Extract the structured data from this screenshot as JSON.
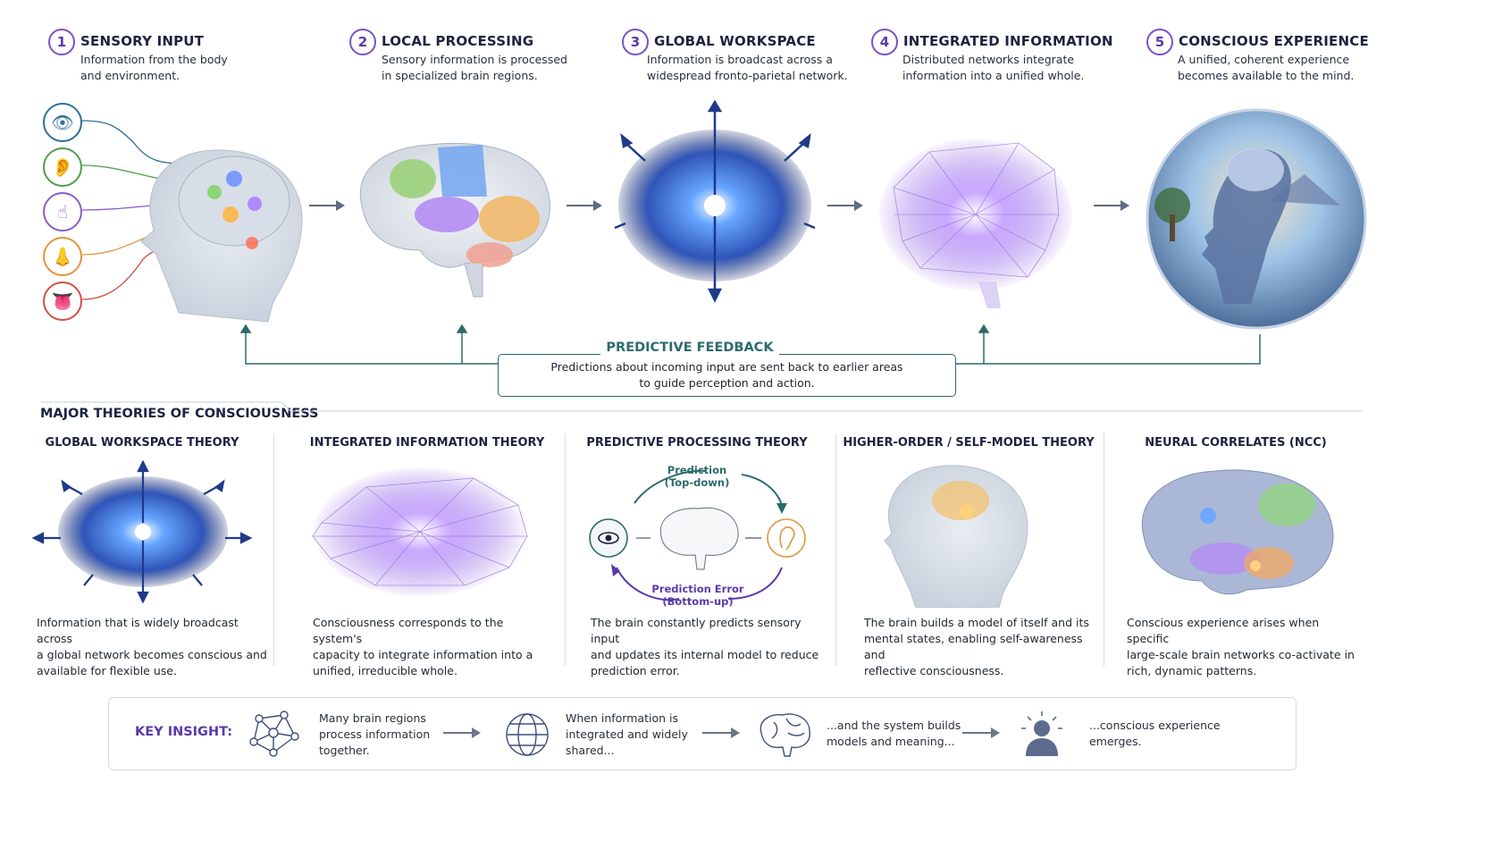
{
  "stages": [
    {
      "num": "1",
      "title": "SENSORY INPUT",
      "desc_1": "Information from the body",
      "desc_2": "and environment."
    },
    {
      "num": "2",
      "title": "LOCAL PROCESSING",
      "desc_1": "Sensory information is processed",
      "desc_2": "in specialized brain regions."
    },
    {
      "num": "3",
      "title": "GLOBAL WORKSPACE",
      "desc_1": "Information is broadcast across a",
      "desc_2": "widespread fronto-parietal network."
    },
    {
      "num": "4",
      "title": "INTEGRATED INFORMATION",
      "desc_1": "Distributed networks integrate",
      "desc_2": "information into a unified whole."
    },
    {
      "num": "5",
      "title": "CONSCIOUS EXPERIENCE",
      "desc_1": "A unified, coherent experience",
      "desc_2": "becomes available to the mind."
    }
  ],
  "senses": [
    {
      "icon": "eye-icon",
      "glyph": "👁",
      "color": "#2f6f9a"
    },
    {
      "icon": "ear-icon",
      "glyph": "👂",
      "color": "#4e9e4a"
    },
    {
      "icon": "hand-icon",
      "glyph": "☝",
      "color": "#8a5cc7"
    },
    {
      "icon": "nose-icon",
      "glyph": "👃",
      "color": "#e0963a"
    },
    {
      "icon": "tongue-icon",
      "glyph": "👅",
      "color": "#cf4f45"
    }
  ],
  "feedback": {
    "title": "PREDICTIVE FEEDBACK",
    "line_1": "Predictions about incoming input are sent back to earlier areas",
    "line_2": "to guide perception and action."
  },
  "theories_heading": "MAJOR THEORIES OF CONSCIOUSNESS",
  "theories": [
    {
      "title": "GLOBAL WORKSPACE THEORY",
      "desc_1": "Information that is widely broadcast across",
      "desc_2": "a global network becomes conscious and",
      "desc_3": "available for flexible use."
    },
    {
      "title": "INTEGRATED INFORMATION THEORY",
      "desc_1": "Consciousness corresponds to the system's",
      "desc_2": "capacity to integrate information into a",
      "desc_3": "unified, irreducible whole."
    },
    {
      "title": "PREDICTIVE PROCESSING THEORY",
      "desc_1": "The brain constantly predicts sensory input",
      "desc_2": "and updates its internal model to reduce",
      "desc_3": "prediction error."
    },
    {
      "title": "HIGHER-ORDER / SELF-MODEL THEORY",
      "desc_1": "The brain builds a model of itself and its",
      "desc_2": "mental states, enabling self-awareness and",
      "desc_3": "reflective consciousness."
    },
    {
      "title": "NEURAL CORRELATES (NCC)",
      "desc_1": "Conscious experience arises when specific",
      "desc_2": "large-scale brain networks co-activate in",
      "desc_3": "rich, dynamic patterns."
    }
  ],
  "predictive": {
    "top_1": "Prediction",
    "top_2": "(Top-down)",
    "bottom_1": "Prediction Error",
    "bottom_2": "(Bottom-up)"
  },
  "insight": {
    "label": "KEY INSIGHT:",
    "steps": [
      {
        "line_1": "Many brain regions",
        "line_2": "process information",
        "line_3": "together."
      },
      {
        "line_1": "When information is",
        "line_2": "integrated and widely",
        "line_3": "shared..."
      },
      {
        "line_1": "...and the system builds",
        "line_2": "models and meaning..."
      },
      {
        "line_1": "...conscious experience",
        "line_2": "emerges."
      }
    ]
  },
  "colors": {
    "purple": "#7a52c7",
    "teal": "#2c6b6a",
    "blue": "#3f7fe0",
    "navy": "#1b2340"
  }
}
